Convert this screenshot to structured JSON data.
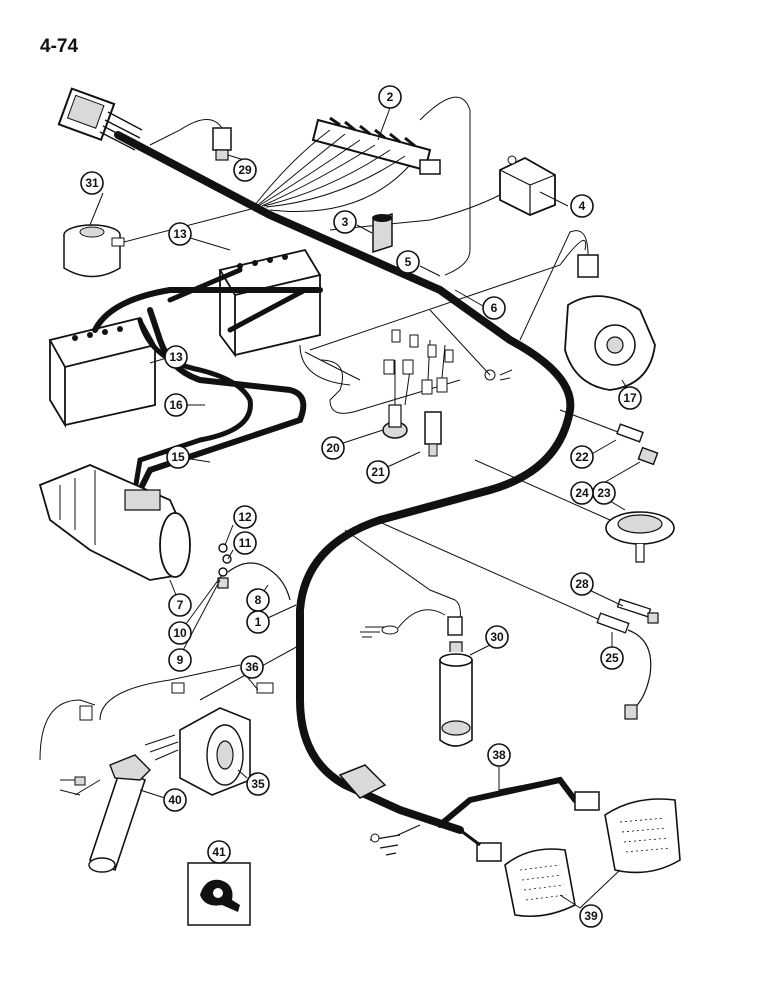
{
  "page": {
    "number": "4-74"
  },
  "colors": {
    "ink": "#111111",
    "paper": "#ffffff",
    "shade": "#d9d9d9"
  },
  "callouts": [
    {
      "label": "1"
    },
    {
      "label": "2"
    },
    {
      "label": "3"
    },
    {
      "label": "4"
    },
    {
      "label": "5"
    },
    {
      "label": "6"
    },
    {
      "label": "7"
    },
    {
      "label": "8"
    },
    {
      "label": "9"
    },
    {
      "label": "10"
    },
    {
      "label": "11"
    },
    {
      "label": "12"
    },
    {
      "label": "13"
    },
    {
      "label": "13"
    },
    {
      "label": "15"
    },
    {
      "label": "16"
    },
    {
      "label": "17"
    },
    {
      "label": "20"
    },
    {
      "label": "21"
    },
    {
      "label": "22"
    },
    {
      "label": "23"
    },
    {
      "label": "24"
    },
    {
      "label": "25"
    },
    {
      "label": "28"
    },
    {
      "label": "29"
    },
    {
      "label": "30"
    },
    {
      "label": "31"
    },
    {
      "label": "35"
    },
    {
      "label": "36"
    },
    {
      "label": "38"
    },
    {
      "label": "39"
    },
    {
      "label": "40"
    },
    {
      "label": "41"
    }
  ]
}
